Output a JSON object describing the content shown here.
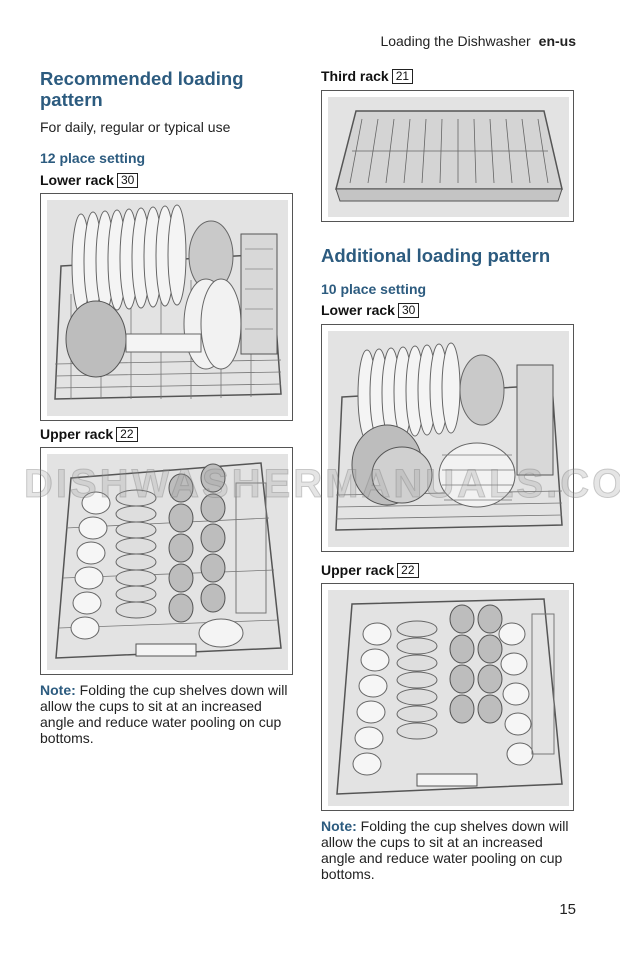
{
  "header": {
    "section": "Loading the Dishwasher",
    "lang": "en-us"
  },
  "left": {
    "title": "Recommended loading pattern",
    "subtitle": "For daily, regular or typical use",
    "setting": "12 place setting",
    "lower_rack": {
      "label": "Lower rack",
      "num": "30"
    },
    "upper_rack": {
      "label": "Upper rack",
      "num": "22"
    },
    "note_label": "Note:",
    "note_text": " Folding the cup shelves down will allow the cups to sit at an increased angle and reduce water pooling on cup bottoms."
  },
  "right": {
    "third_rack": {
      "label": "Third rack",
      "num": "21"
    },
    "title": "Additional loading pattern",
    "setting": "10 place setting",
    "lower_rack": {
      "label": "Lower rack",
      "num": "30"
    },
    "upper_rack": {
      "label": "Upper rack",
      "num": "22"
    },
    "note_label": "Note:",
    "note_text": " Folding the cup shelves down will allow the cups to sit at an increased angle and reduce water pooling on cup bottoms."
  },
  "watermark": "DISHWASHERMANUALS.COM",
  "page_number": "15"
}
